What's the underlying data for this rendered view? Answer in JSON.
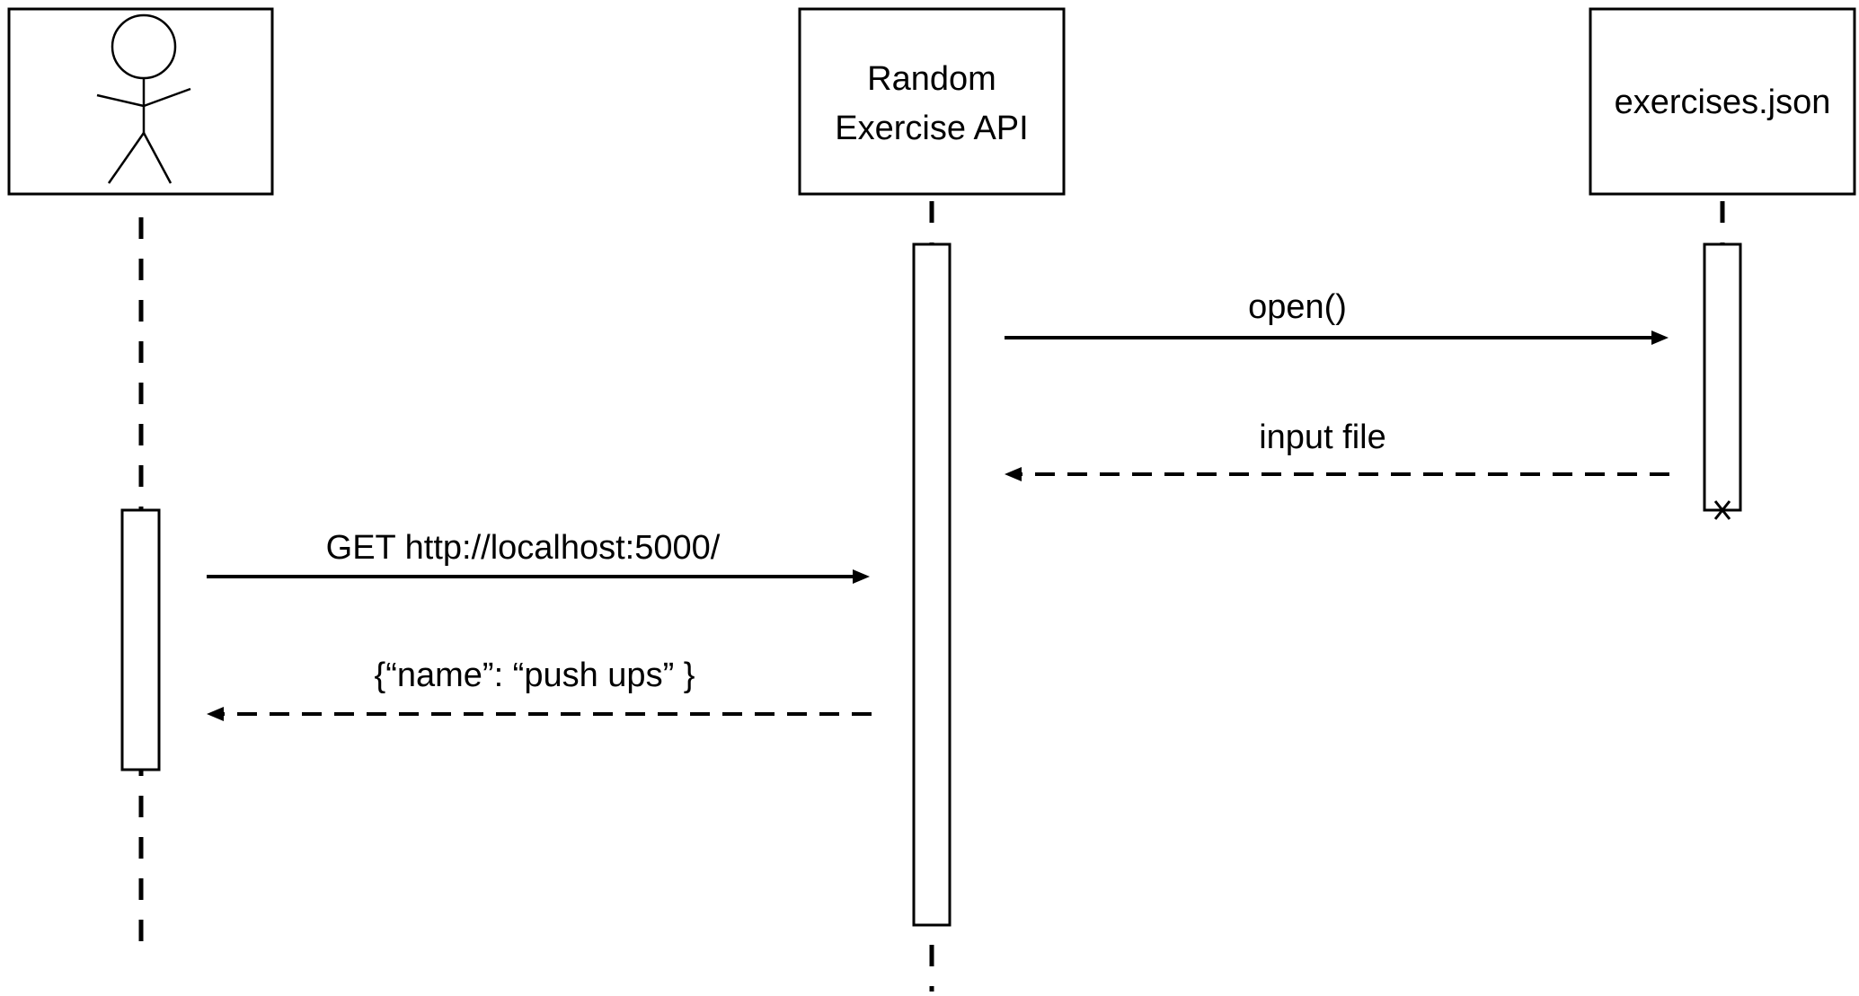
{
  "diagram": {
    "type": "sequence",
    "participants": [
      {
        "id": "user",
        "kind": "actor",
        "label": ""
      },
      {
        "id": "api",
        "kind": "object",
        "label_lines": [
          "Random",
          "Exercise API"
        ]
      },
      {
        "id": "file",
        "kind": "object",
        "label": "exercises.json",
        "destroyed": true
      }
    ],
    "messages": [
      {
        "from": "api",
        "to": "file",
        "style": "solid",
        "label": "open()"
      },
      {
        "from": "file",
        "to": "api",
        "style": "dashed",
        "label": "input file"
      },
      {
        "from": "user",
        "to": "api",
        "style": "solid",
        "label": "GET http://localhost:5000/"
      },
      {
        "from": "api",
        "to": "user",
        "style": "dashed",
        "label": "{“name”: “push ups” }"
      }
    ]
  }
}
